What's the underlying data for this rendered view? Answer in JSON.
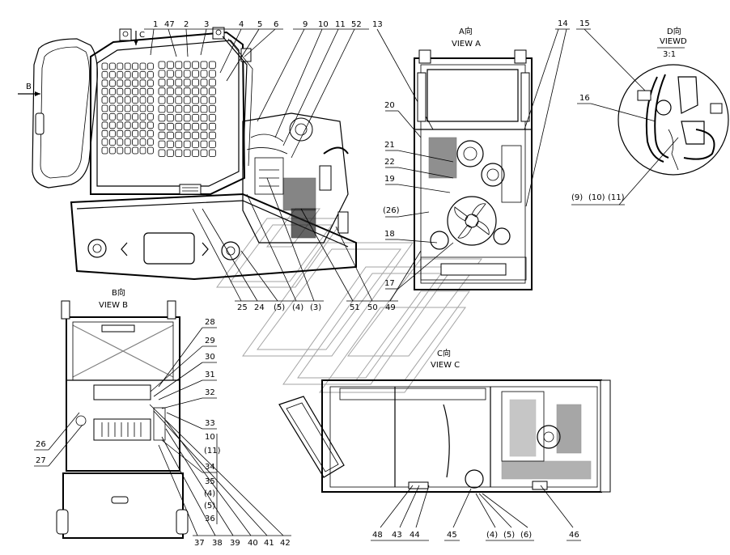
{
  "views": {
    "view_a": {
      "title_cn": "A向",
      "title_en": "VIEW A"
    },
    "view_b": {
      "title_cn": "B向",
      "title_en": "VIEW B"
    },
    "view_c": {
      "title_cn": "C向",
      "title_en": "VIEW C"
    },
    "view_d": {
      "title_cn": "D向",
      "title_en": "VIEWD",
      "scale": "3:1"
    }
  },
  "arrows": {
    "b": "B",
    "c": "C"
  },
  "callouts": {
    "main_top": [
      "1",
      "47",
      "2",
      "3",
      "4",
      "5",
      "6",
      "9",
      "10",
      "11",
      "52",
      "13"
    ],
    "main_bottom": [
      "25",
      "24",
      "(5)",
      "(4)",
      "(3)",
      "51",
      "50",
      "49"
    ],
    "view_a_right": [
      "14",
      "15"
    ],
    "view_a_left": [
      "20",
      "21",
      "22",
      "19",
      "(26)",
      "18",
      "17"
    ],
    "view_d": [
      "16",
      "(9)",
      "(10)",
      "(11)"
    ],
    "view_b_right": [
      "28",
      "29",
      "30",
      "31",
      "32",
      "33",
      "10",
      "(11)",
      "34",
      "35",
      "(4)",
      "(5)",
      "36"
    ],
    "view_b_left": [
      "26",
      "27"
    ],
    "view_b_bottom": [
      "37",
      "38",
      "39",
      "40",
      "41",
      "42"
    ],
    "view_c_bottom": [
      "48",
      "43",
      "44",
      "45",
      "(4)",
      "(5)",
      "(6)",
      "46"
    ]
  }
}
